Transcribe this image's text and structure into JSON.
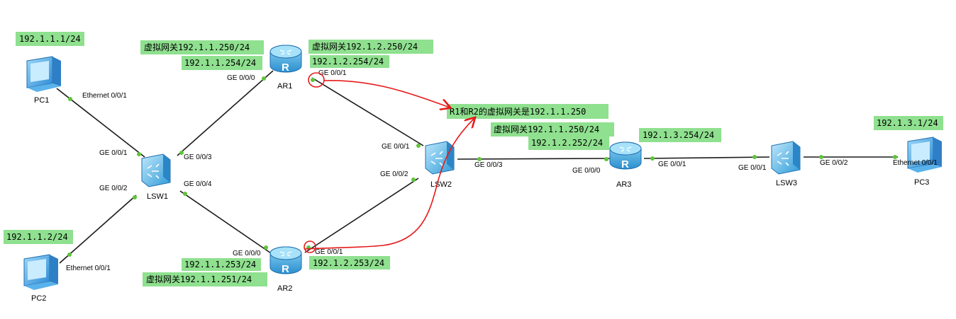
{
  "devices": {
    "pc1": "PC1",
    "pc2": "PC2",
    "pc3": "PC3",
    "lsw1": "LSW1",
    "lsw2": "LSW2",
    "lsw3": "LSW3",
    "ar1": "AR1",
    "ar2": "AR2",
    "ar3": "AR3"
  },
  "ports": {
    "pc1_eth": "Ethernet 0/0/1",
    "pc2_eth": "Ethernet 0/0/1",
    "pc3_eth": "Ethernet 0/0/1",
    "lsw1_ge1": "GE 0/0/1",
    "lsw1_ge2": "GE 0/0/2",
    "lsw1_ge3": "GE 0/0/3",
    "lsw1_ge4": "GE 0/0/4",
    "ar1_ge0": "GE 0/0/0",
    "ar1_ge1": "GE 0/0/1",
    "ar2_ge0": "GE 0/0/0",
    "ar2_ge1": "GE 0/0/1",
    "lsw2_ge1": "GE 0/0/1",
    "lsw2_ge2": "GE 0/0/2",
    "lsw2_ge3": "GE 0/0/3",
    "ar3_ge0": "GE 0/0/0",
    "ar3_ge1": "GE 0/0/1",
    "lsw3_ge1": "GE 0/0/1",
    "lsw3_ge2": "GE 0/0/2"
  },
  "labels": {
    "pc1_ip": "192.1.1.1/24",
    "pc2_ip": "192.1.1.2/24",
    "pc3_ip": "192.1.3.1/24",
    "ar1_vgw_left": "虚拟网关192.1.1.250/24",
    "ar1_ip_left": "192.1.1.254/24",
    "ar1_vgw_right": "虚拟网关192.1.2.250/24",
    "ar1_ip_right": "192.1.2.254/24",
    "ar2_ip_left": "192.1.1.253/24",
    "ar2_vgw_left": "虚拟网关192.1.1.251/24",
    "ar2_ip_right": "192.1.2.253/24",
    "ar3_vgw": "虚拟网关192.1.1.250/24",
    "ar3_ip_left": "192.1.2.252/24",
    "ar3_ip_right": "192.1.3.254/24",
    "annotation": "R1和R2的虚拟网关是192.1.1.250"
  },
  "colors": {
    "label_bg": "#8fe08f",
    "port_dot": "#5fc43a",
    "link": "#1a1a1a",
    "annotation_red": "#e61b1b",
    "router_blue": "#3aa7dc",
    "pc_blue": "#3b9fe0"
  }
}
